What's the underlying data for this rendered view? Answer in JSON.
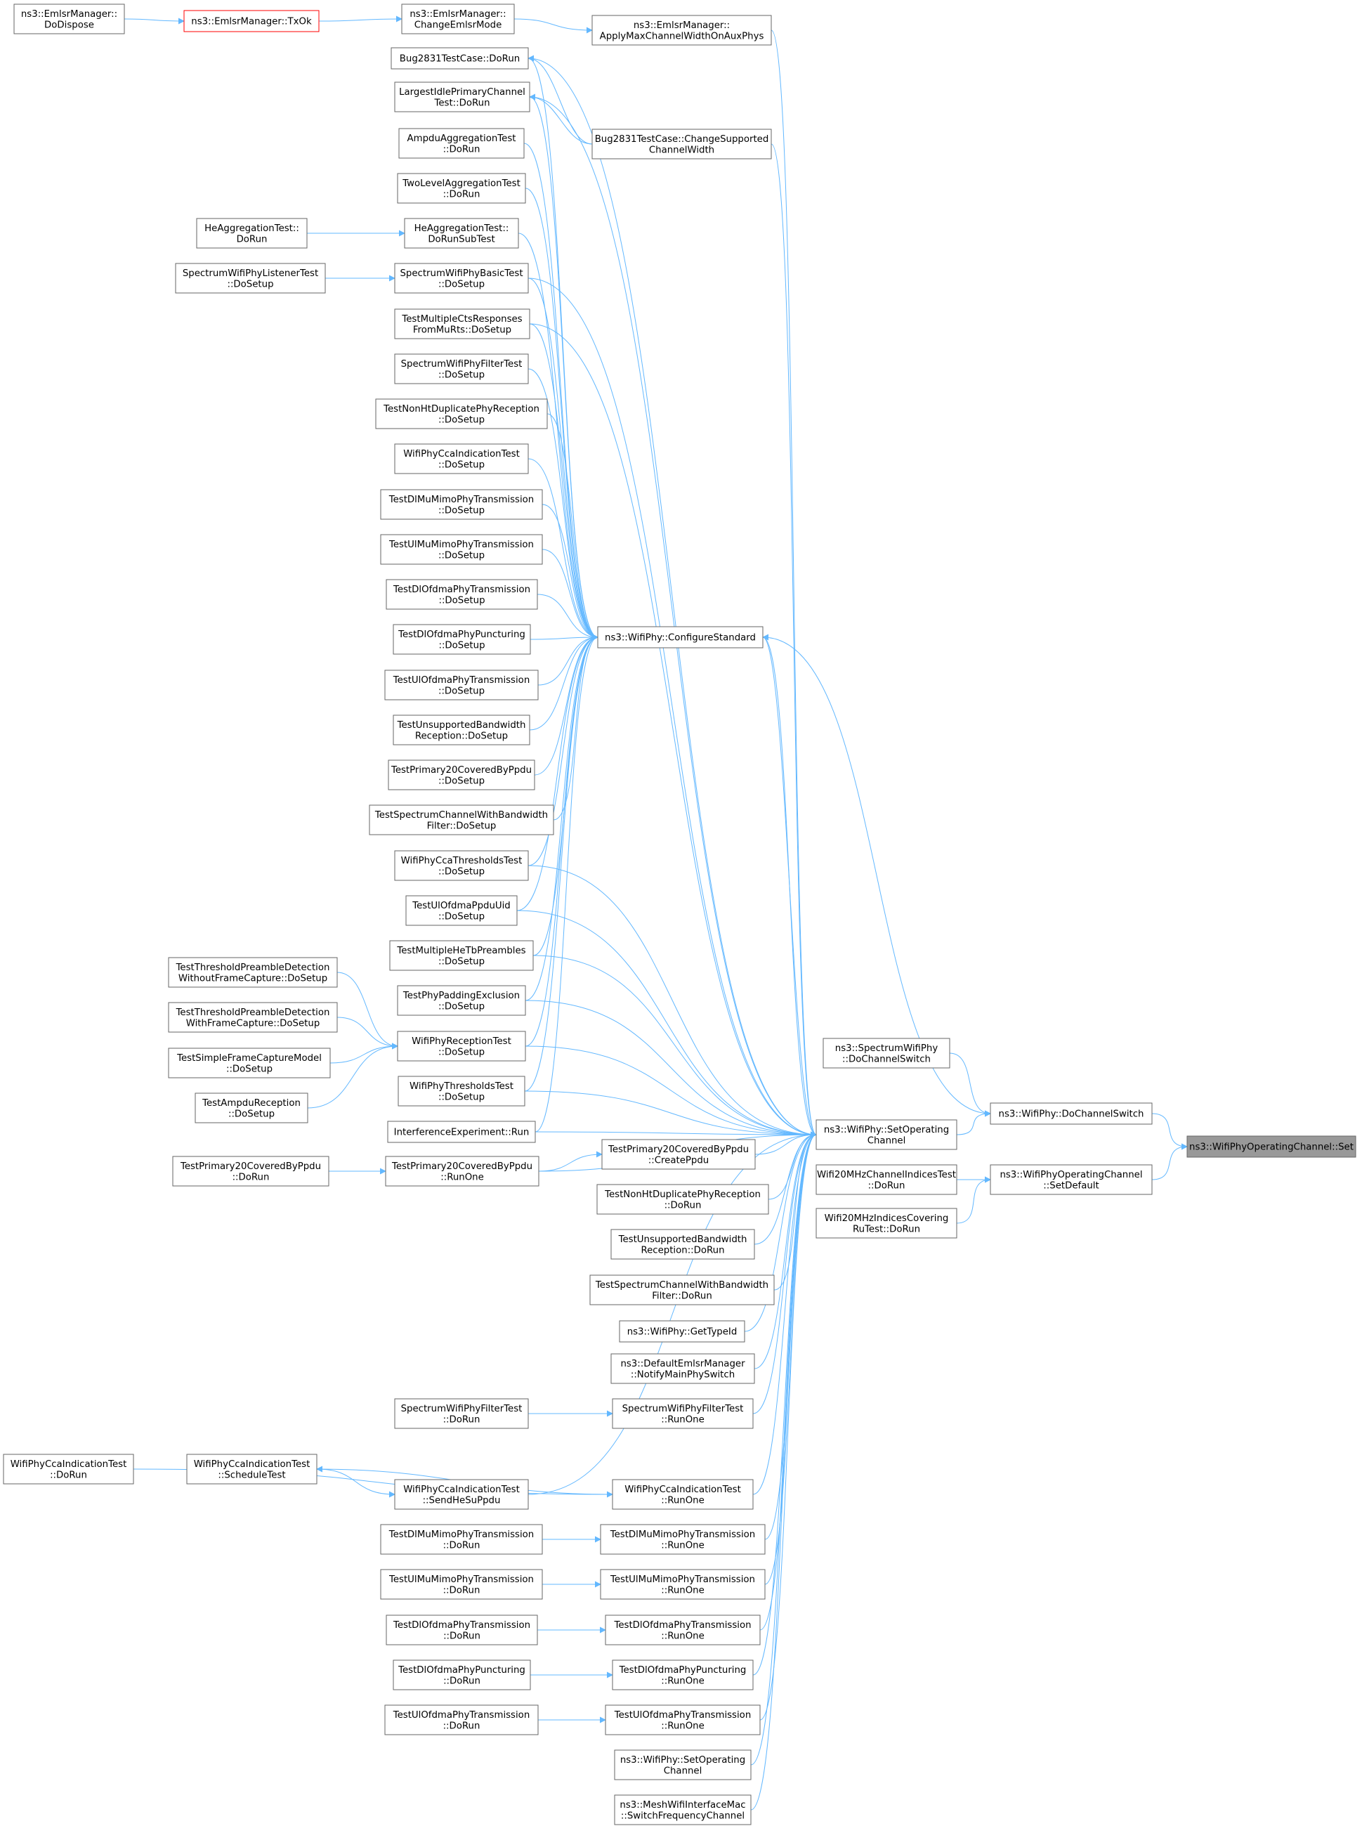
{
  "colors": {
    "edge": "#63b8ff",
    "node_fill": "#ffffff",
    "node_border": "#666666",
    "root_fill": "#999999",
    "root_border": "#666666",
    "truncated_border": "#ff0000",
    "text": "#000000"
  },
  "nodes": [
    {
      "id": "set",
      "lines": [
        "ns3::WifiPhyOperatingChannel::Set"
      ],
      "style": "root"
    },
    {
      "id": "dochsw",
      "lines": [
        "ns3::WifiPhy::DoChannelSwitch"
      ]
    },
    {
      "id": "setdef",
      "lines": [
        "ns3::WifiPhyOperatingChannel",
        "::SetDefault"
      ]
    },
    {
      "id": "specdcs",
      "lines": [
        "ns3::SpectrumWifiPhy",
        "::DoChannelSwitch"
      ]
    },
    {
      "id": "setop",
      "lines": [
        "ns3::WifiPhy::SetOperating",
        "Channel"
      ]
    },
    {
      "id": "w20ci",
      "lines": [
        "Wifi20MHzChannelIndicesTest",
        "::DoRun"
      ]
    },
    {
      "id": "w20cru",
      "lines": [
        "Wifi20MHzIndicesCovering",
        "RuTest::DoRun"
      ]
    },
    {
      "id": "confstd",
      "lines": [
        "ns3::WifiPhy::ConfigureStandard"
      ]
    },
    {
      "id": "applymax",
      "lines": [
        "ns3::EmlsrManager::",
        "ApplyMaxChannelWidthOnAuxPhys"
      ]
    },
    {
      "id": "chemlsr",
      "lines": [
        "ns3::EmlsrManager::",
        "ChangeEmlsrMode"
      ]
    },
    {
      "id": "txok",
      "lines": [
        "ns3::EmlsrManager::TxOk"
      ],
      "style": "truncated"
    },
    {
      "id": "dodispose",
      "lines": [
        "ns3::EmlsrManager::",
        "DoDispose"
      ]
    },
    {
      "id": "bug",
      "lines": [
        "Bug2831TestCase::DoRun"
      ]
    },
    {
      "id": "bugchg",
      "lines": [
        "Bug2831TestCase::ChangeSupported",
        "ChannelWidth"
      ]
    },
    {
      "id": "largest",
      "lines": [
        "LargestIdlePrimaryChannel",
        "Test::DoRun"
      ]
    },
    {
      "id": "ampdu",
      "lines": [
        "AmpduAggregationTest",
        "::DoRun"
      ]
    },
    {
      "id": "twolevel",
      "lines": [
        "TwoLevelAggregationTest",
        "::DoRun"
      ]
    },
    {
      "id": "hesub",
      "lines": [
        "HeAggregationTest::",
        "DoRunSubTest"
      ]
    },
    {
      "id": "herun",
      "lines": [
        "HeAggregationTest::",
        "DoRun"
      ]
    },
    {
      "id": "specbasic",
      "lines": [
        "SpectrumWifiPhyBasicTest",
        "::DoSetup"
      ]
    },
    {
      "id": "speclist",
      "lines": [
        "SpectrumWifiPhyListenerTest",
        "::DoSetup"
      ]
    },
    {
      "id": "multicts",
      "lines": [
        "TestMultipleCtsResponses",
        "FromMuRts::DoSetup"
      ]
    },
    {
      "id": "specfilt",
      "lines": [
        "SpectrumWifiPhyFilterTest",
        "::DoSetup"
      ]
    },
    {
      "id": "nonht",
      "lines": [
        "TestNonHtDuplicatePhyReception",
        "::DoSetup"
      ]
    },
    {
      "id": "ccaind",
      "lines": [
        "WifiPhyCcaIndicationTest",
        "::DoSetup"
      ]
    },
    {
      "id": "dlmumimo",
      "lines": [
        "TestDlMuMimoPhyTransmission",
        "::DoSetup"
      ]
    },
    {
      "id": "ulmumimo",
      "lines": [
        "TestUlMuMimoPhyTransmission",
        "::DoSetup"
      ]
    },
    {
      "id": "dlofdma",
      "lines": [
        "TestDlOfdmaPhyTransmission",
        "::DoSetup"
      ]
    },
    {
      "id": "dlpunct",
      "lines": [
        "TestDlOfdmaPhyPuncturing",
        "::DoSetup"
      ]
    },
    {
      "id": "ulofdma",
      "lines": [
        "TestUlOfdmaPhyTransmission",
        "::DoSetup"
      ]
    },
    {
      "id": "unsupbw",
      "lines": [
        "TestUnsupportedBandwidth",
        "Reception::DoSetup"
      ]
    },
    {
      "id": "prim20",
      "lines": [
        "TestPrimary20CoveredByPpdu",
        "::DoSetup"
      ]
    },
    {
      "id": "specbw",
      "lines": [
        "TestSpectrumChannelWithBandwidth",
        "Filter::DoSetup"
      ]
    },
    {
      "id": "ccathr",
      "lines": [
        "WifiPhyCcaThresholdsTest",
        "::DoSetup"
      ]
    },
    {
      "id": "ulpuid",
      "lines": [
        "TestUlOfdmaPpduUid",
        "::DoSetup"
      ]
    },
    {
      "id": "multihetb",
      "lines": [
        "TestMultipleHeTbPreambles",
        "::DoSetup"
      ]
    },
    {
      "id": "padding",
      "lines": [
        "TestPhyPaddingExclusion",
        "::DoSetup"
      ]
    },
    {
      "id": "recep",
      "lines": [
        "WifiPhyReceptionTest",
        "::DoSetup"
      ]
    },
    {
      "id": "thrwo",
      "lines": [
        "TestThresholdPreambleDetection",
        "WithoutFrameCapture::DoSetup"
      ]
    },
    {
      "id": "thrw",
      "lines": [
        "TestThresholdPreambleDetection",
        "WithFrameCapture::DoSetup"
      ]
    },
    {
      "id": "simplefc",
      "lines": [
        "TestSimpleFrameCaptureModel",
        "::DoSetup"
      ]
    },
    {
      "id": "ampdurec",
      "lines": [
        "TestAmpduReception",
        "::DoSetup"
      ]
    },
    {
      "id": "phythr",
      "lines": [
        "WifiPhyThresholdsTest",
        "::DoSetup"
      ]
    },
    {
      "id": "interf",
      "lines": [
        "InterferenceExperiment::Run"
      ]
    },
    {
      "id": "p20create",
      "lines": [
        "TestPrimary20CoveredByPpdu",
        "::CreatePpdu"
      ]
    },
    {
      "id": "p20runone",
      "lines": [
        "TestPrimary20CoveredByPpdu",
        "::RunOne"
      ]
    },
    {
      "id": "p20dorun",
      "lines": [
        "TestPrimary20CoveredByPpdu",
        "::DoRun"
      ]
    },
    {
      "id": "nonhtrun",
      "lines": [
        "TestNonHtDuplicatePhyReception",
        "::DoRun"
      ]
    },
    {
      "id": "unsupbwrun",
      "lines": [
        "TestUnsupportedBandwidth",
        "Reception::DoRun"
      ]
    },
    {
      "id": "specbwrun",
      "lines": [
        "TestSpectrumChannelWithBandwidth",
        "Filter::DoRun"
      ]
    },
    {
      "id": "gettypeid",
      "lines": [
        "ns3::WifiPhy::GetTypeId"
      ]
    },
    {
      "id": "defemlsr",
      "lines": [
        "ns3::DefaultEmlsrManager",
        "::NotifyMainPhySwitch"
      ]
    },
    {
      "id": "sfrunone",
      "lines": [
        "SpectrumWifiPhyFilterTest",
        "::RunOne"
      ]
    },
    {
      "id": "sfdorun",
      "lines": [
        "SpectrumWifiPhyFilterTest",
        "::DoRun"
      ]
    },
    {
      "id": "ccarunone",
      "lines": [
        "WifiPhyCcaIndicationTest",
        "::RunOne"
      ]
    },
    {
      "id": "ccadorun",
      "lines": [
        "WifiPhyCcaIndicationTest",
        "::DoRun"
      ]
    },
    {
      "id": "ccasched",
      "lines": [
        "WifiPhyCcaIndicationTest",
        "::ScheduleTest"
      ]
    },
    {
      "id": "ccasend",
      "lines": [
        "WifiPhyCcaIndicationTest",
        "::SendHeSuPpdu"
      ]
    },
    {
      "id": "dlmuro",
      "lines": [
        "TestDlMuMimoPhyTransmission",
        "::RunOne"
      ]
    },
    {
      "id": "dlmudr",
      "lines": [
        "TestDlMuMimoPhyTransmission",
        "::DoRun"
      ]
    },
    {
      "id": "ulmuro",
      "lines": [
        "TestUlMuMimoPhyTransmission",
        "::RunOne"
      ]
    },
    {
      "id": "ulmudr",
      "lines": [
        "TestUlMuMimoPhyTransmission",
        "::DoRun"
      ]
    },
    {
      "id": "dlofro",
      "lines": [
        "TestDlOfdmaPhyTransmission",
        "::RunOne"
      ]
    },
    {
      "id": "dlofdr",
      "lines": [
        "TestDlOfdmaPhyTransmission",
        "::DoRun"
      ]
    },
    {
      "id": "dlpuro",
      "lines": [
        "TestDlOfdmaPhyPuncturing",
        "::RunOne"
      ]
    },
    {
      "id": "dlpudr",
      "lines": [
        "TestDlOfdmaPhyPuncturing",
        "::DoRun"
      ]
    },
    {
      "id": "ulofro",
      "lines": [
        "TestUlOfdmaPhyTransmission",
        "::RunOne"
      ]
    },
    {
      "id": "ulofdr",
      "lines": [
        "TestUlOfdmaPhyTransmission",
        "::DoRun"
      ]
    },
    {
      "id": "setop2",
      "lines": [
        "ns3::WifiPhy::SetOperating",
        "Channel"
      ]
    },
    {
      "id": "mesh",
      "lines": [
        "ns3::MeshWifiInterfaceMac",
        "::SwitchFrequencyChannel"
      ]
    }
  ],
  "edges": [
    [
      "dochsw",
      "set"
    ],
    [
      "setdef",
      "set"
    ],
    [
      "specdcs",
      "dochsw"
    ],
    [
      "setop",
      "dochsw"
    ],
    [
      "confstd",
      "dochsw"
    ],
    [
      "w20ci",
      "setdef"
    ],
    [
      "w20cru",
      "setdef"
    ],
    [
      "confstd",
      "setop"
    ],
    [
      "applymax",
      "setop"
    ],
    [
      "bug",
      "setop"
    ],
    [
      "bugchg",
      "setop"
    ],
    [
      "largest",
      "setop"
    ],
    [
      "specbasic",
      "setop"
    ],
    [
      "multicts",
      "setop"
    ],
    [
      "ccathr",
      "setop"
    ],
    [
      "ulpuid",
      "setop"
    ],
    [
      "multihetb",
      "setop"
    ],
    [
      "padding",
      "setop"
    ],
    [
      "recep",
      "setop"
    ],
    [
      "phythr",
      "setop"
    ],
    [
      "interf",
      "setop"
    ],
    [
      "p20create",
      "setop"
    ],
    [
      "p20runone",
      "setop"
    ],
    [
      "nonhtrun",
      "setop"
    ],
    [
      "unsupbwrun",
      "setop"
    ],
    [
      "specbwrun",
      "setop"
    ],
    [
      "gettypeid",
      "setop"
    ],
    [
      "defemlsr",
      "setop"
    ],
    [
      "sfrunone",
      "setop"
    ],
    [
      "ccarunone",
      "setop"
    ],
    [
      "ccasend",
      "setop"
    ],
    [
      "dlmuro",
      "setop"
    ],
    [
      "ulmuro",
      "setop"
    ],
    [
      "dlofro",
      "setop"
    ],
    [
      "dlpuro",
      "setop"
    ],
    [
      "ulofro",
      "setop"
    ],
    [
      "setop2",
      "setop"
    ],
    [
      "mesh",
      "setop"
    ],
    [
      "bug",
      "confstd"
    ],
    [
      "largest",
      "confstd"
    ],
    [
      "ampdu",
      "confstd"
    ],
    [
      "twolevel",
      "confstd"
    ],
    [
      "hesub",
      "confstd"
    ],
    [
      "specbasic",
      "confstd"
    ],
    [
      "multicts",
      "confstd"
    ],
    [
      "specfilt",
      "confstd"
    ],
    [
      "nonht",
      "confstd"
    ],
    [
      "ccaind",
      "confstd"
    ],
    [
      "dlmumimo",
      "confstd"
    ],
    [
      "ulmumimo",
      "confstd"
    ],
    [
      "dlofdma",
      "confstd"
    ],
    [
      "dlpunct",
      "confstd"
    ],
    [
      "ulofdma",
      "confstd"
    ],
    [
      "unsupbw",
      "confstd"
    ],
    [
      "prim20",
      "confstd"
    ],
    [
      "specbw",
      "confstd"
    ],
    [
      "ccathr",
      "confstd"
    ],
    [
      "ulpuid",
      "confstd"
    ],
    [
      "multihetb",
      "confstd"
    ],
    [
      "padding",
      "confstd"
    ],
    [
      "recep",
      "confstd"
    ],
    [
      "phythr",
      "confstd"
    ],
    [
      "interf",
      "confstd"
    ],
    [
      "setop",
      "confstd"
    ],
    [
      "bugchg",
      "bug"
    ],
    [
      "bugchg",
      "largest"
    ],
    [
      "chemlsr",
      "applymax"
    ],
    [
      "txok",
      "chemlsr"
    ],
    [
      "dodispose",
      "txok"
    ],
    [
      "herun",
      "hesub"
    ],
    [
      "speclist",
      "specbasic"
    ],
    [
      "thrwo",
      "recep"
    ],
    [
      "thrw",
      "recep"
    ],
    [
      "simplefc",
      "recep"
    ],
    [
      "ampdurec",
      "recep"
    ],
    [
      "p20dorun",
      "p20runone"
    ],
    [
      "p20runone",
      "p20create"
    ],
    [
      "sfdorun",
      "sfrunone"
    ],
    [
      "ccadorun",
      "ccarunone"
    ],
    [
      "ccarunone",
      "ccasched"
    ],
    [
      "ccasched",
      "ccasend"
    ],
    [
      "dlmudr",
      "dlmuro"
    ],
    [
      "ulmudr",
      "ulmuro"
    ],
    [
      "dlofdr",
      "dlofro"
    ],
    [
      "dlpudr",
      "dlpuro"
    ],
    [
      "ulofdr",
      "ulofro"
    ]
  ]
}
